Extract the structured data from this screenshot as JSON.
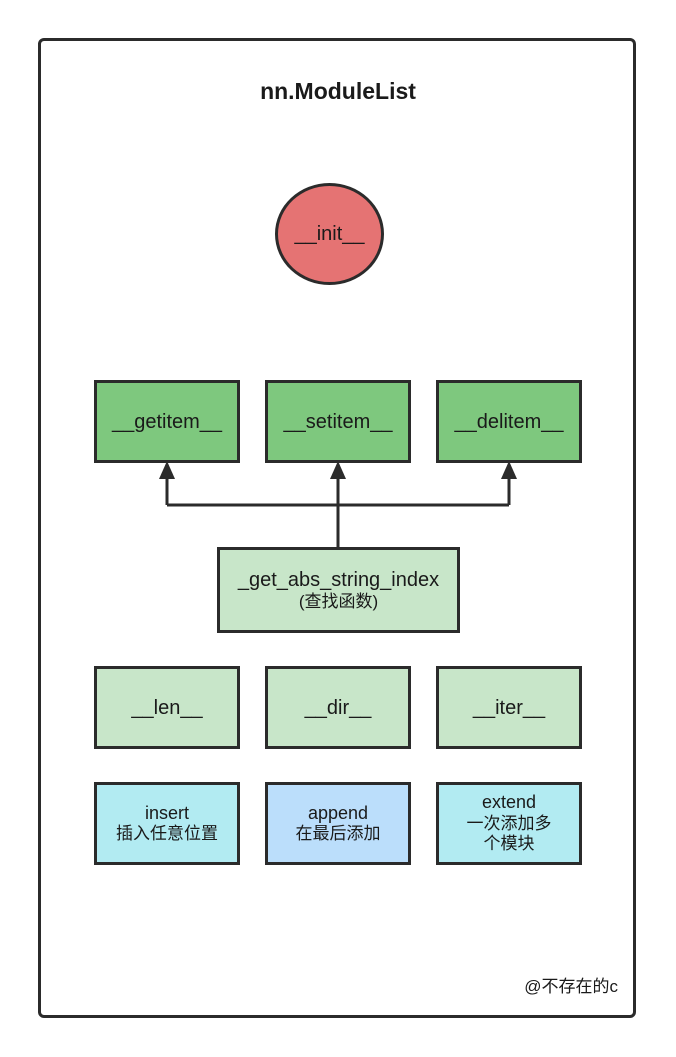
{
  "title": "nn.ModuleList",
  "init": "__init__",
  "item_methods": [
    "__getitem__",
    "__setitem__",
    "__delitem__"
  ],
  "helper": {
    "line1": "_get_abs_string_index",
    "line2": "(查找函数)"
  },
  "dunder_methods": [
    "__len__",
    "__dir__",
    "__iter__"
  ],
  "actions": [
    {
      "name": "insert",
      "desc_lines": [
        "插入任意位置"
      ],
      "color": "#b2ebf2"
    },
    {
      "name": "append",
      "desc_lines": [
        "在最后添加"
      ],
      "color": "#bbdefb"
    },
    {
      "name": "extend",
      "desc_lines": [
        "一次添加多",
        "个模块"
      ],
      "color": "#b2ebf2"
    }
  ],
  "credit": "@不存在的c",
  "colors": {
    "init_fill": "#e57373",
    "item_fill": "#7ec87e",
    "helper_fill": "#c8e6c9",
    "stroke": "#2b2b2b"
  }
}
